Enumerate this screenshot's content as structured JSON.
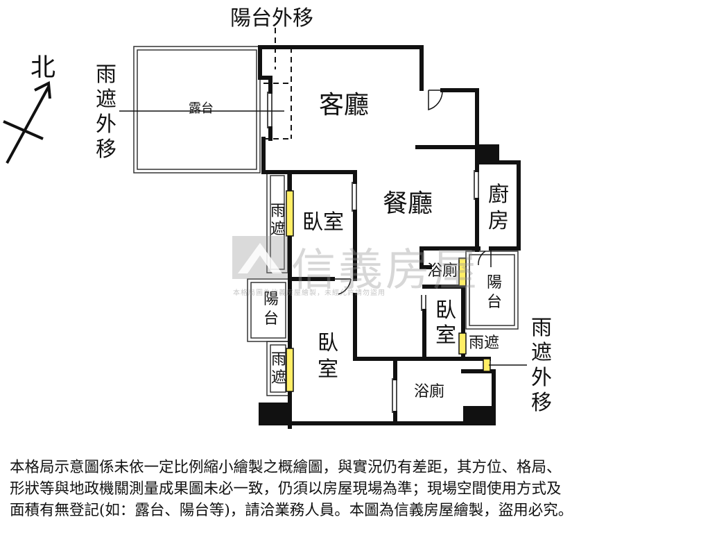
{
  "labels": {
    "north": "北",
    "balcony_shift_top": "陽台外移",
    "canopy_shift_left": [
      "雨",
      "遮",
      "外",
      "移"
    ],
    "terrace": "露台",
    "living_room": "客廳",
    "dining_room": "餐廳",
    "kitchen": [
      "廚",
      "房"
    ],
    "bedroom_upper": "臥室",
    "canopy_upper_left": [
      "雨",
      "遮"
    ],
    "bath_upper": "浴廁",
    "balcony_right": [
      "陽",
      "台"
    ],
    "balcony_left": [
      "陽",
      "台"
    ],
    "bedroom_small": [
      "臥",
      "室"
    ],
    "canopy_small": "雨遮",
    "canopy_shift_right": [
      "雨",
      "遮",
      "外",
      "移"
    ],
    "bedroom_lower": [
      "臥",
      "室"
    ],
    "canopy_lower_left": [
      "雨",
      "遮"
    ],
    "bath_lower": "浴廁"
  },
  "watermark": {
    "brand": "信義房屋",
    "subtext": "本格局圖為信義房屋繪製，未經允許請勿盜用"
  },
  "disclaimer": [
    "本格局示意圖係未依一定比例縮小繪製之概繪圖，與實況仍有差距，其方位、格局、",
    "形狀等與地政機關測量成果圖未必一致，仍須以房屋現場為準；現場空間使用方式及",
    "面積有無登記(如：露台、陽台等)，請洽業務人員。本圖為信義房屋繪製，盜用必究。"
  ],
  "colors": {
    "wall": "#111111",
    "window_highlight": "#ffee66",
    "watermark": "#9a9a9a"
  }
}
